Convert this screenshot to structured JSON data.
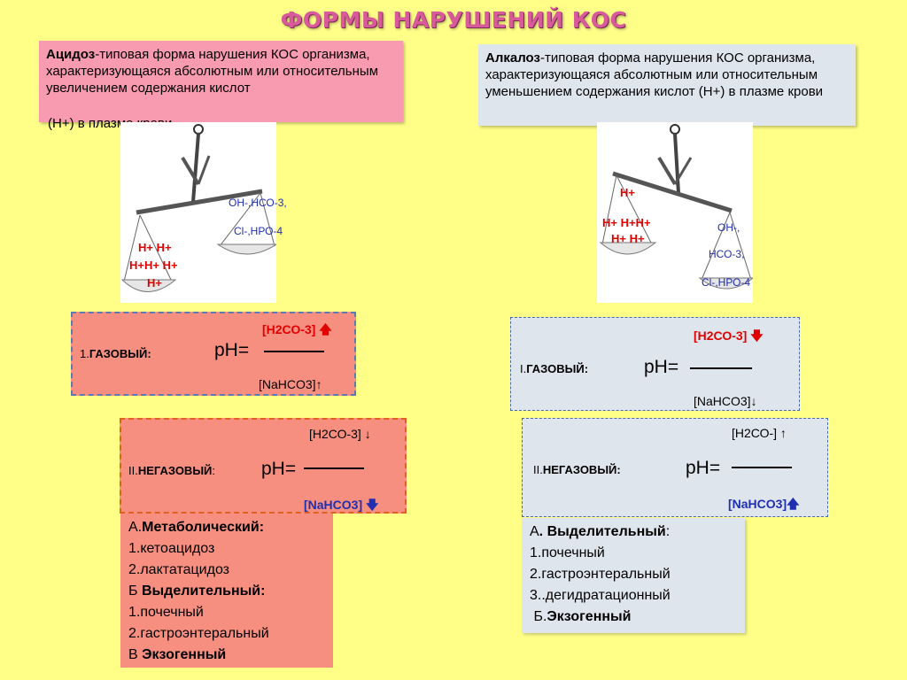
{
  "title": "ФОРМЫ НАРУШЕНИЙ КОС",
  "acidosis": {
    "term": "Ацидоз",
    "definition": "-типовая форма нарушения КОС организма, характеризующаяся абсолютным или относительным увеличением содержания кислот",
    "continuation": "(Н+) в плазме крови.",
    "scale_left_ions": [
      "Н+ Н+",
      "Н+Н+ Н+",
      "Н+"
    ],
    "scale_right_ions": [
      "ОН-,НСО-3,",
      "Cl-,НРО-4"
    ],
    "gas": {
      "label_prefix": "1.",
      "label": "ГАЗОВЫЙ",
      "label_suffix": ":",
      "numerator": "[Н2СО-3]",
      "ph": "рН=",
      "denominator": "[NaHCO3]↑"
    },
    "nongas": {
      "label_prefix": "II.",
      "label": "НЕГАЗОВЫЙ",
      "label_suffix": ":",
      "numerator": "[Н2СО-3] ↓",
      "ph": "рН=",
      "denominator": "[NaHCO3]"
    },
    "list": {
      "a_prefix": "А.",
      "a_title": "Метаболический:",
      "a_items": [
        "1.кетоацидоз",
        "2.лактатацидоз"
      ],
      "b_prefix": "Б",
      "b_title": "Выделительный:",
      "b_items": [
        "1.почечный",
        "2.гастроэнтеральный"
      ],
      "c_prefix": "В",
      "c_title": "Экзогенный"
    }
  },
  "alkalosis": {
    "term": "Алкалоз",
    "definition": "-типовая форма нарушения КОС организма, характеризующаяся абсолютным или относительным уменьшением содержания кислот (Н+) в плазме крови",
    "scale_left_ions": [
      "Н+",
      "Н+ Н+Н+",
      "Н+ Н+"
    ],
    "scale_right_ions": [
      "ОН-,",
      "НСО-3,",
      "Cl-,НРО-4"
    ],
    "gas": {
      "label_prefix": "I.",
      "label": "ГАЗОВЫЙ",
      "label_suffix": ":",
      "numerator": "[Н2СО-3]",
      "ph": "рН=",
      "denominator": "[NaHCO3]↓"
    },
    "nongas": {
      "label_prefix": "II.",
      "label": "НЕГАЗОВЫЙ",
      "label_suffix": ":",
      "numerator": "[Н2СО-] ↑",
      "ph": "рН=",
      "denominator": "[NaHCO3]"
    },
    "list": {
      "a_prefix": "А",
      "a_title": ". Выделительный",
      "a_suffix": ":",
      "a_items": [
        "1.почечный",
        "2.гастроэнтеральный",
        "3..дегидратационный"
      ],
      "b_prefix": "Б.",
      "b_title": "Экзогенный"
    }
  },
  "colors": {
    "acid": "#f78f80",
    "alkali": "#dfe5ec",
    "ion_red": "#e00000",
    "ion_blue": "#1f2fb0"
  }
}
